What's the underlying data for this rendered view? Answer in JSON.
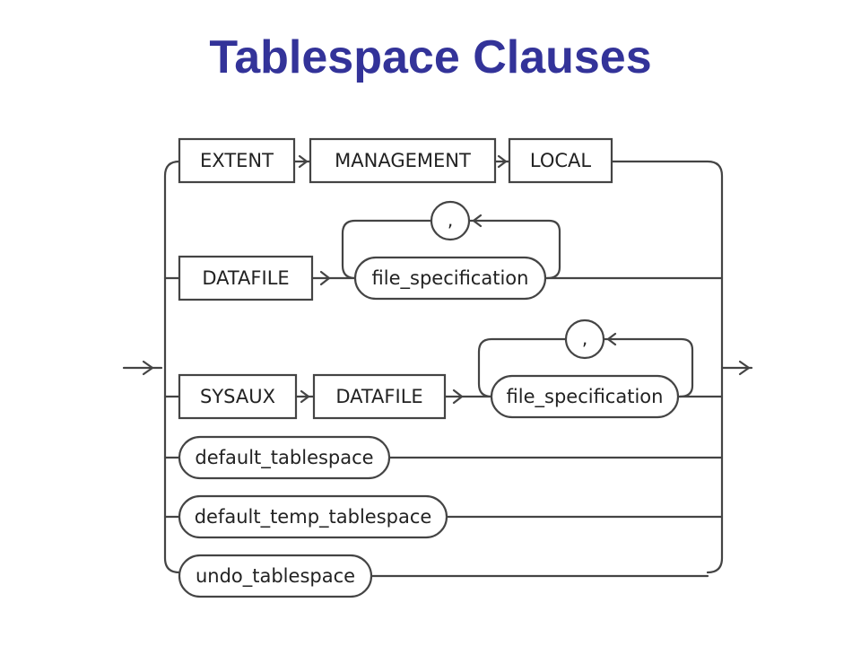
{
  "title": "Tablespace Clauses",
  "colors": {
    "title": "#333399",
    "line": "#444444",
    "text": "#222222",
    "background": "#ffffff"
  },
  "diagram": {
    "row1": {
      "keywords": [
        "EXTENT",
        "MANAGEMENT",
        "LOCAL"
      ]
    },
    "row2": {
      "keyword": "DATAFILE",
      "item": "file_specification",
      "separator": ","
    },
    "row3": {
      "keywords": [
        "SYSAUX",
        "DATAFILE"
      ],
      "item": "file_specification",
      "separator": ","
    },
    "row4": {
      "item": "default_tablespace"
    },
    "row5": {
      "item": "default_temp_tablespace"
    },
    "row6": {
      "item": "undo_tablespace"
    }
  }
}
